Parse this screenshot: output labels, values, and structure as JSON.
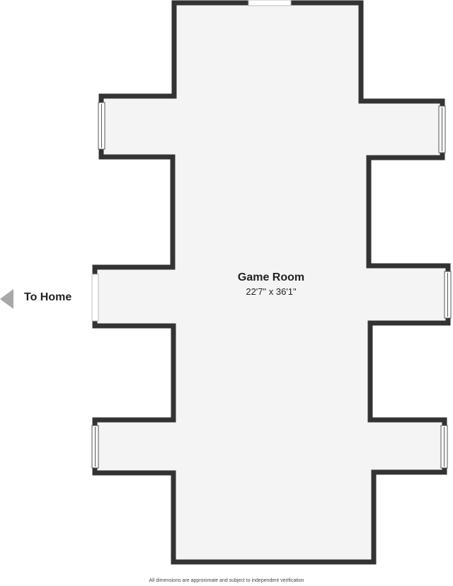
{
  "room": {
    "name": "Game Room",
    "dimensions": "22'7\" x 36'1\""
  },
  "exit": {
    "label": "To Home",
    "icon": "arrow-left-icon"
  },
  "footer": {
    "disclaimer": "All dimensions are approximate and subject to independent verification"
  },
  "colors": {
    "wall": "#333333",
    "floor": "#f4f4f4",
    "arrow": "#a8a8a8",
    "text": "#222222"
  }
}
